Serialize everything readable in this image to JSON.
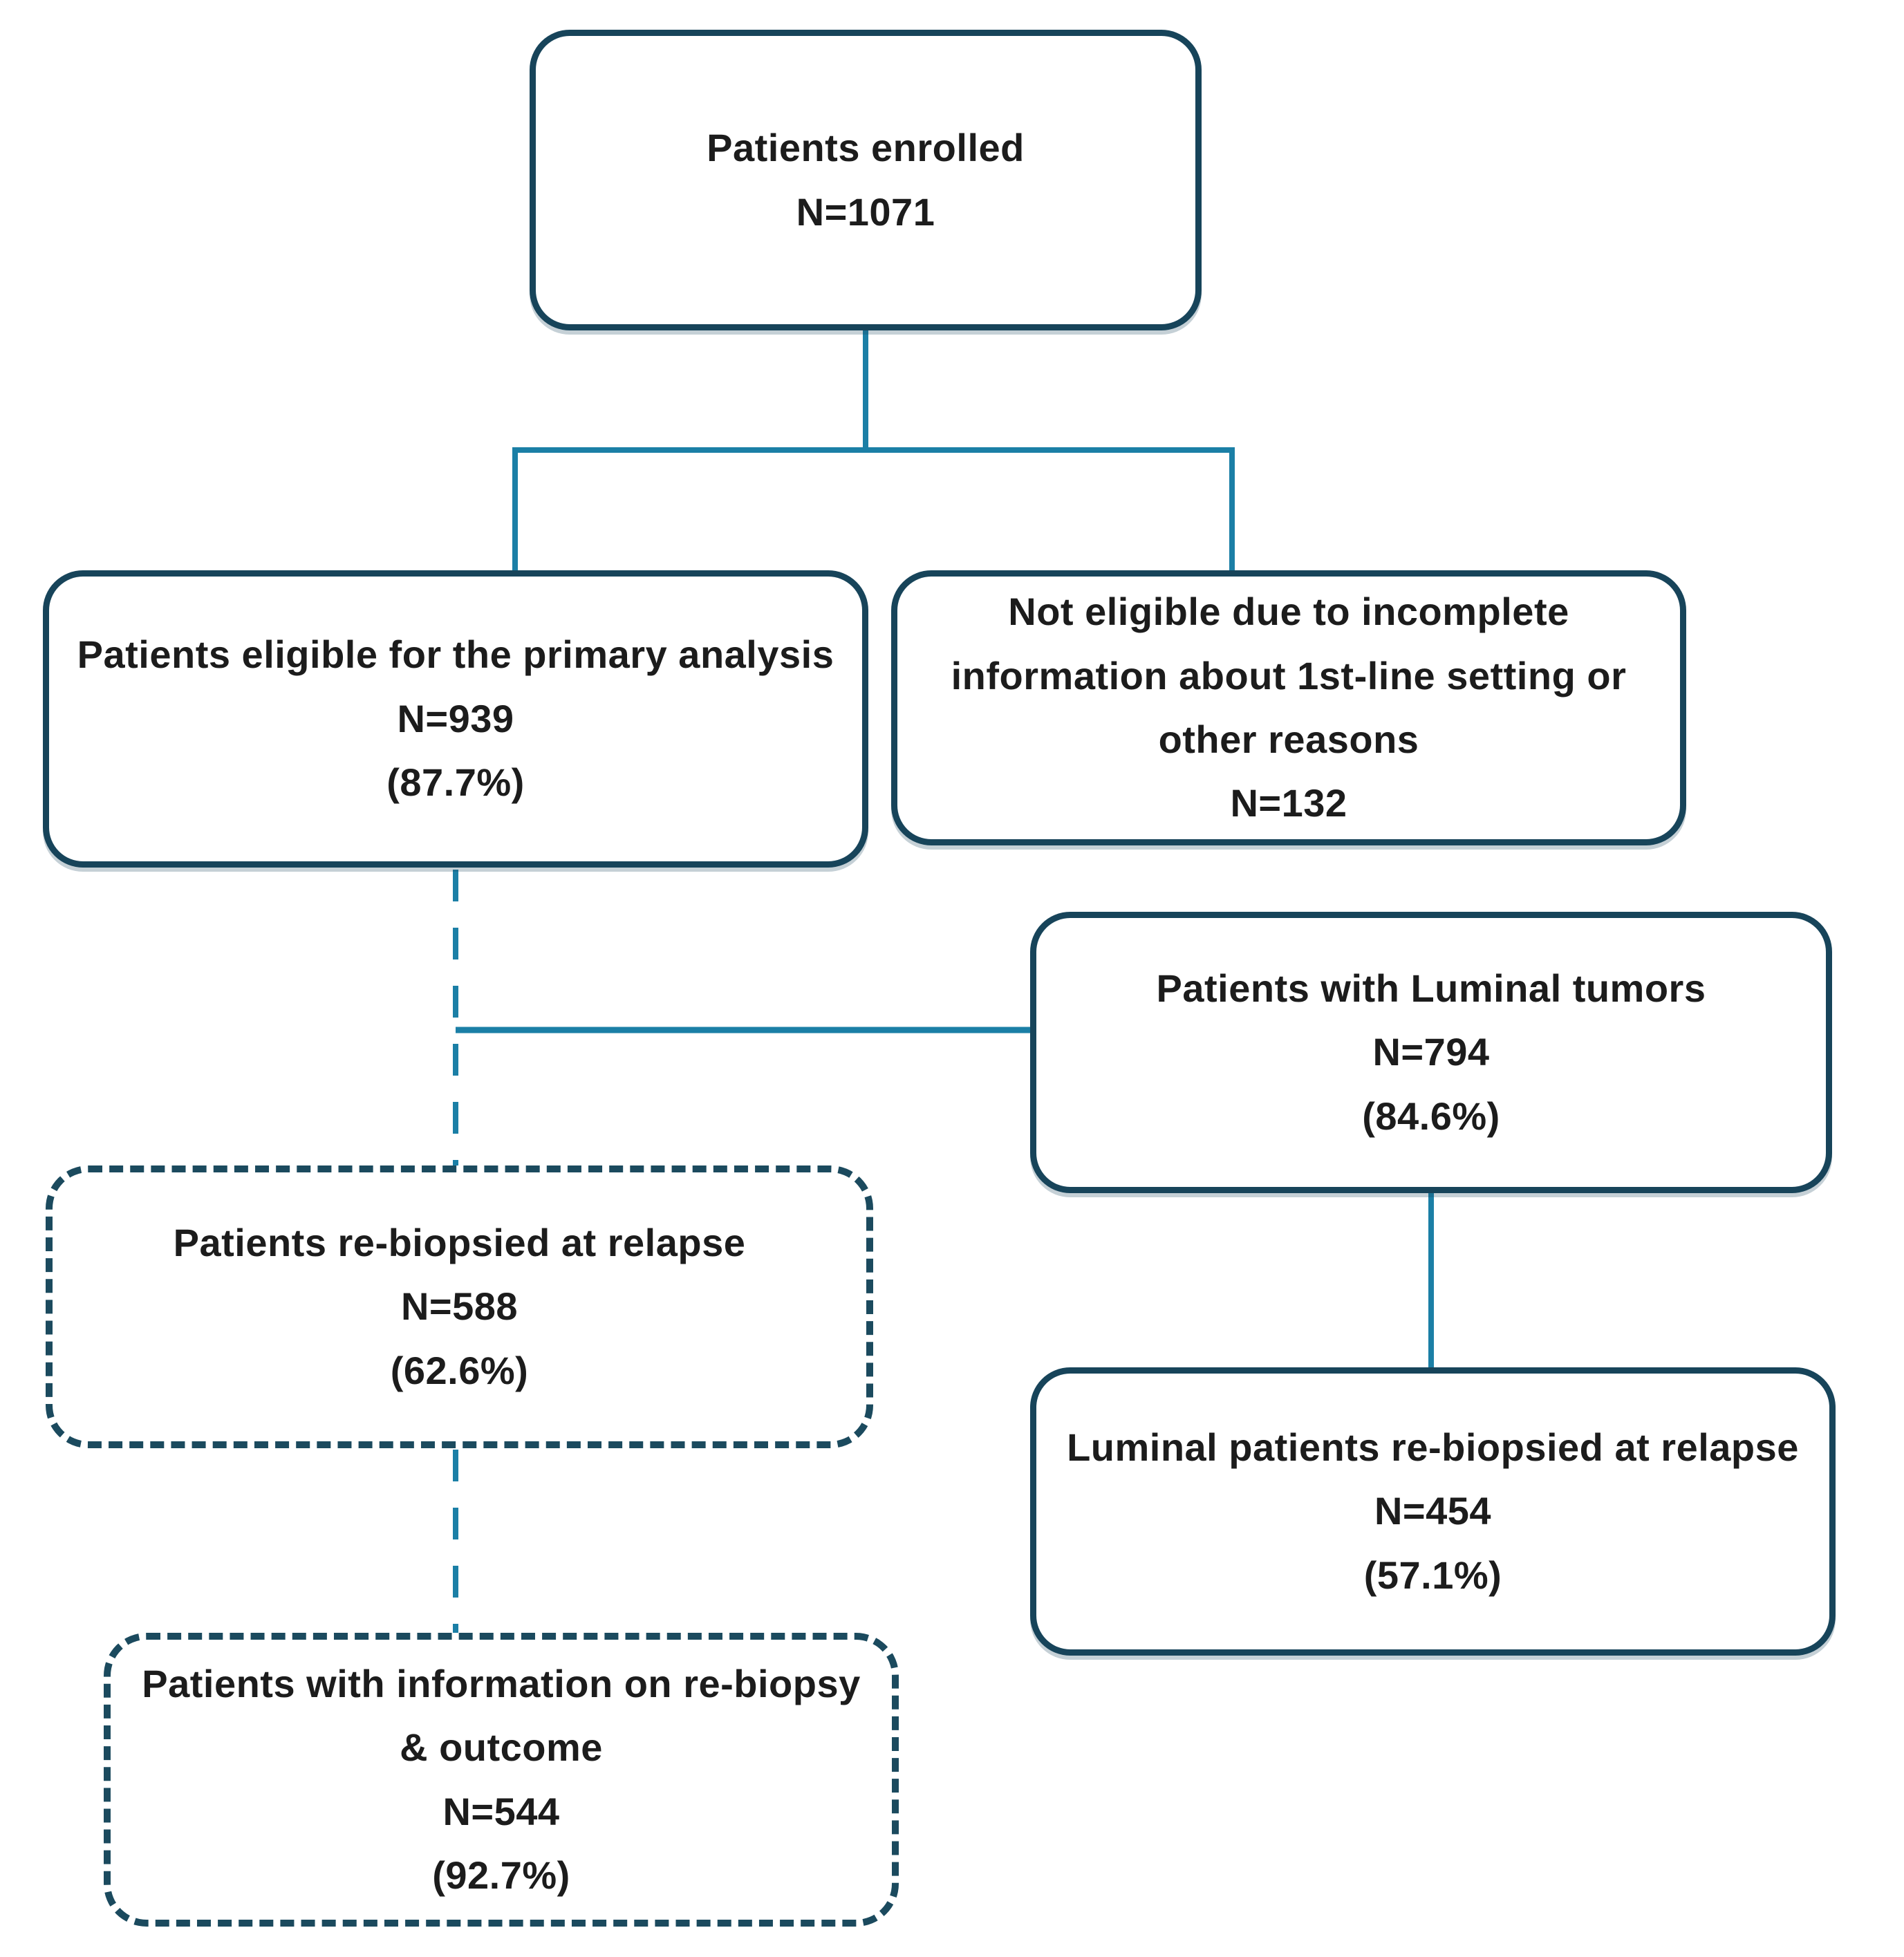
{
  "diagram": {
    "type": "flowchart",
    "colors": {
      "connector_teal": "#1b7fa6",
      "box_border": "#17445a",
      "dashed_border": "#1b4a5e",
      "text": "#1c1c1c",
      "background": "#ffffff"
    },
    "boxes": [
      {
        "id": "enrolled",
        "style": "solid",
        "label": "Patients enrolled",
        "n": "N=1071"
      },
      {
        "id": "eligible",
        "style": "solid",
        "label": "Patients eligible for the primary analysis",
        "n": "N=939",
        "pct": "(87.7%)"
      },
      {
        "id": "not-eligible",
        "style": "solid",
        "label": "Not eligible due to incomplete information about 1st-line setting or other reasons",
        "n": "N=132"
      },
      {
        "id": "luminal",
        "style": "solid",
        "label": "Patients with Luminal tumors",
        "n": "N=794",
        "pct": "(84.6%)"
      },
      {
        "id": "rebiopsied",
        "style": "dashed",
        "label": "Patients re-biopsied at relapse",
        "n": "N=588",
        "pct": "(62.6%)"
      },
      {
        "id": "luminal-rebiopsied",
        "style": "solid",
        "label": "Luminal patients re-biopsied at relapse",
        "n": "N=454",
        "pct": "(57.1%)"
      },
      {
        "id": "info-outcome",
        "style": "dashed",
        "label": "Patients with information on re-biopsy & outcome",
        "n": "N=544",
        "pct": "(92.7%)"
      }
    ]
  }
}
